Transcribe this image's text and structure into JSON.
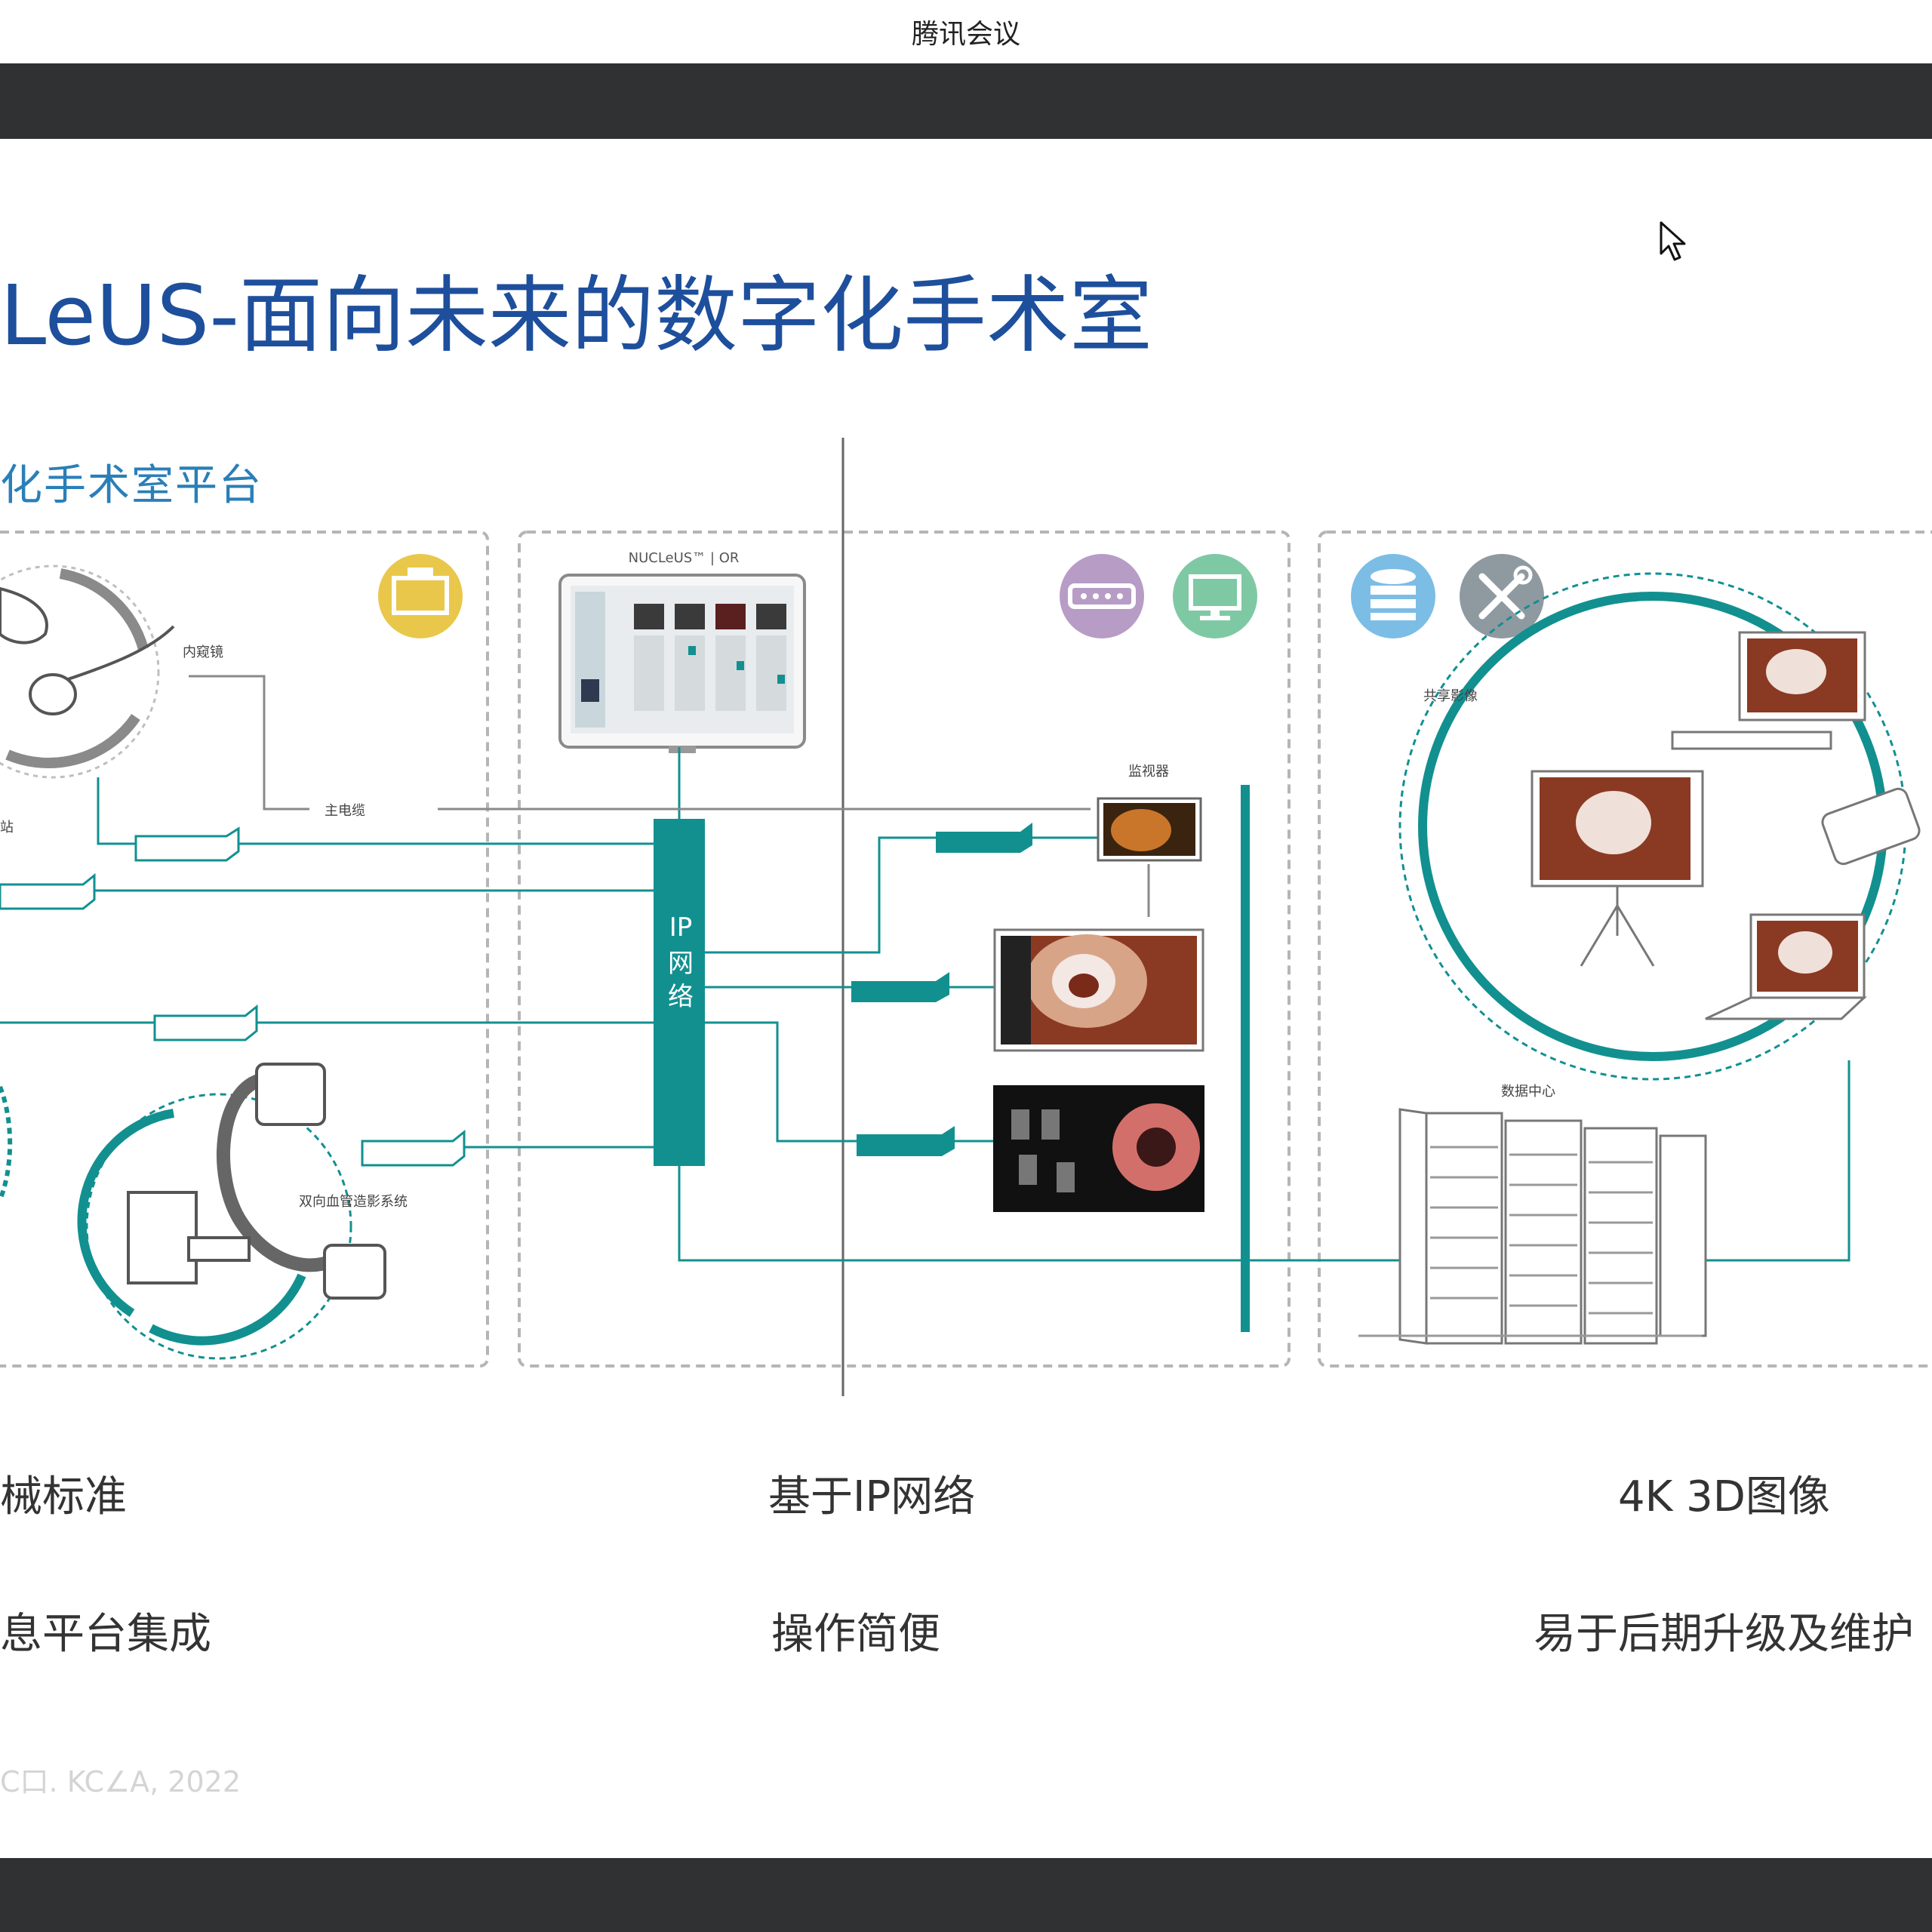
{
  "window": {
    "title": "腾讯会议"
  },
  "slide": {
    "title": "LeUS-面向未来的数字化手术室",
    "subtitle": "化手术室平台",
    "diagram": {
      "labels": {
        "endoscope": "内窥镜",
        "cable": "主电缆",
        "frag_left": "站",
        "device_label": "NUCLeUS™ | OR",
        "ip_network": [
          "IP",
          "网",
          "络"
        ],
        "monitor": "监视器",
        "shared_image": "共享影像",
        "angio": "双向血管造影系统",
        "data_center": "数据中心"
      }
    },
    "features": {
      "col1": [
        "械标准",
        "息平台集成"
      ],
      "col2": [
        "基于IP网络",
        "操作简便"
      ],
      "col3": [
        "4K 3D图像",
        "易于后期升级及维护"
      ]
    },
    "footnote": "C口. KC∠A, 2022"
  },
  "colors": {
    "teal": "#129090",
    "title_blue": "#1d4f9c",
    "subtitle_blue": "#2a7fb8",
    "bar_dark": "#2f3133",
    "icon_yellow": "#e9c74a",
    "icon_purple": "#b79cc6",
    "icon_green": "#7ec9a3",
    "icon_blue": "#7cbde6",
    "icon_gray": "#8f9aa0"
  }
}
